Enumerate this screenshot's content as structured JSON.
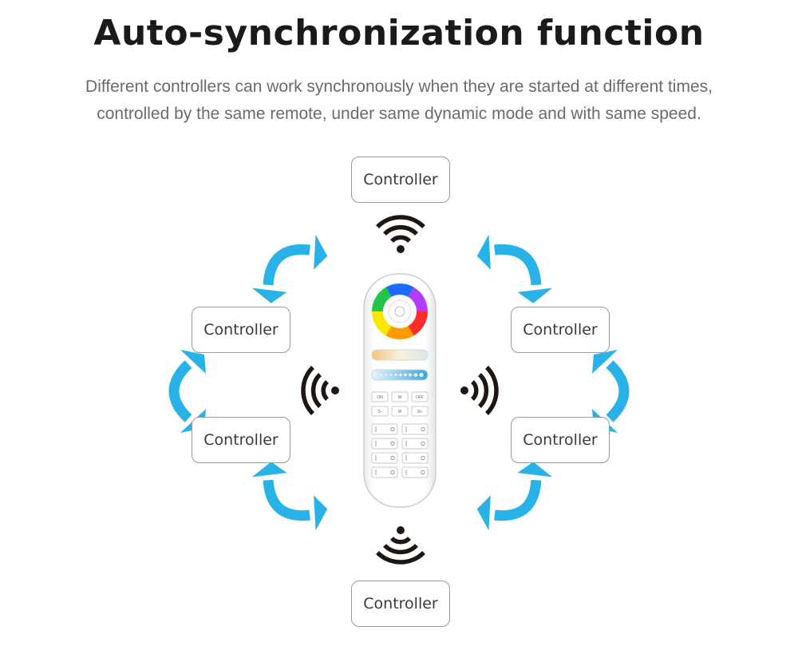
{
  "title": "Auto-synchronization function",
  "subtitle": {
    "line1": "Different controllers can work synchronously when they are started at different times,",
    "line2": "controlled by the same remote, under same dynamic mode and with same speed."
  },
  "nodes": [
    {
      "id": "top",
      "label": "Controller"
    },
    {
      "id": "left-upper",
      "label": "Controller"
    },
    {
      "id": "left-lower",
      "label": "Controller"
    },
    {
      "id": "right-upper",
      "label": "Controller"
    },
    {
      "id": "right-lower",
      "label": "Controller"
    },
    {
      "id": "bottom",
      "label": "Controller"
    }
  ],
  "remote": {
    "buttons_row1": [
      "ON",
      "W",
      "OFF"
    ],
    "buttons_row2": [
      "S-",
      "M",
      "S+"
    ]
  },
  "icons": {
    "wireless": "wifi-signal-icon",
    "sync_arrow": "curved-double-arrow-icon"
  },
  "colors": {
    "arrow": "#29b2e8",
    "signal": "#1e1612",
    "border": "#9a9a9a"
  }
}
